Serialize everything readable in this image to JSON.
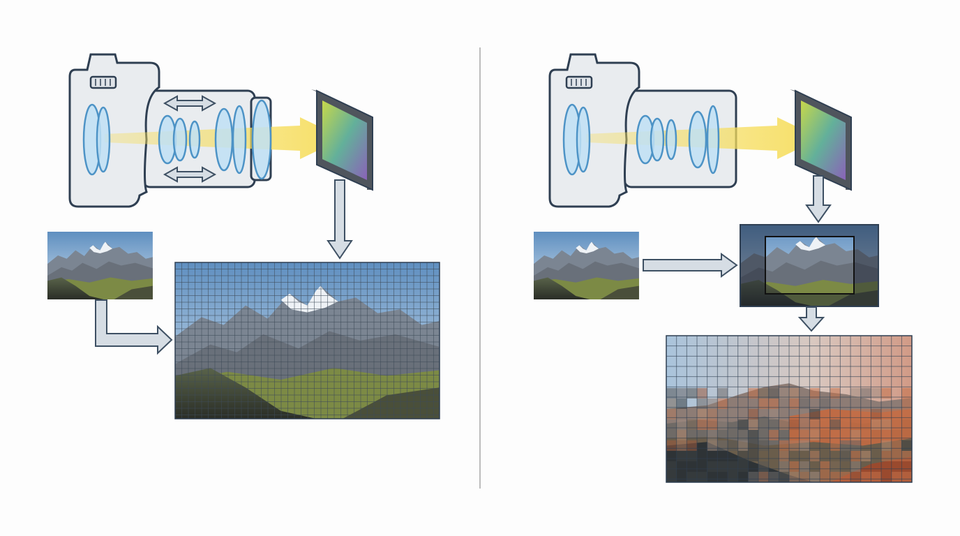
{
  "colors": {
    "background": "#fdfdfd",
    "outline": "#2f3f52",
    "body_fill": "#e9ecef",
    "lens_fill": "#bfe0f5",
    "lens_stroke": "#4d93c6",
    "light_beam": "#f6dd5c",
    "arrow_fill": "#d6dde4",
    "arrow_stroke": "#3e5063",
    "divider": "#bdbdbd",
    "sky_top": "#5f8fc0",
    "sky_bottom": "#d4e3ef",
    "snow": "#eef2f6",
    "rock": "#69707a",
    "valley_green": "#7c8a45",
    "foreground": "#3a3f33",
    "sunset_orange": "#c8683d"
  },
  "panels": [
    {
      "name": "optical-zoom",
      "camera": {
        "lens_groups": 6,
        "zoom_arrows": true
      },
      "sensor": "color-sensor",
      "thumbnail": "mountain-photo",
      "result": {
        "grid": "fine",
        "quality": "sharp"
      }
    },
    {
      "name": "digital-zoom",
      "camera": {
        "lens_groups": 5,
        "zoom_arrows": false
      },
      "sensor": "color-sensor",
      "thumbnail": "mountain-photo",
      "crop_frame": "cropped-region",
      "result": {
        "grid": "coarse",
        "quality": "pixelated"
      }
    }
  ],
  "icons": [
    "camera-icon",
    "lens-icon",
    "sensor-icon",
    "zoom-arrow-icon",
    "flow-arrow-icon",
    "pixel-grid-icon"
  ]
}
